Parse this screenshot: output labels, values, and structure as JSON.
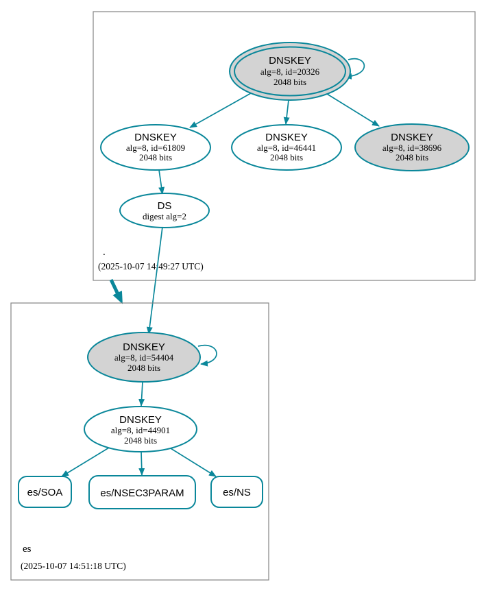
{
  "colors": {
    "edge_teal": "#0a879a",
    "node_gray_fill": "#d3d3d3",
    "node_white_fill": "#ffffff",
    "cluster_border_gray": "#848484",
    "text_black": "#000000"
  },
  "zones": {
    "root": {
      "label": ".",
      "timestamp": "(2025-10-07 14:49:27 UTC)",
      "ksk": {
        "title": "DNSKEY",
        "detail1": "alg=8, id=20326",
        "detail2": "2048 bits"
      },
      "zsk1": {
        "title": "DNSKEY",
        "detail1": "alg=8, id=61809",
        "detail2": "2048 bits"
      },
      "zsk2": {
        "title": "DNSKEY",
        "detail1": "alg=8, id=46441",
        "detail2": "2048 bits"
      },
      "zsk3": {
        "title": "DNSKEY",
        "detail1": "alg=8, id=38696",
        "detail2": "2048 bits"
      },
      "ds": {
        "title": "DS",
        "detail1": "digest alg=2"
      }
    },
    "es": {
      "label": "es",
      "timestamp": "(2025-10-07 14:51:18 UTC)",
      "ksk": {
        "title": "DNSKEY",
        "detail1": "alg=8, id=54404",
        "detail2": "2048 bits"
      },
      "zsk": {
        "title": "DNSKEY",
        "detail1": "alg=8, id=44901",
        "detail2": "2048 bits"
      },
      "rrsets": {
        "soa": "es/SOA",
        "nsec3param": "es/NSEC3PARAM",
        "ns": "es/NS"
      }
    }
  }
}
